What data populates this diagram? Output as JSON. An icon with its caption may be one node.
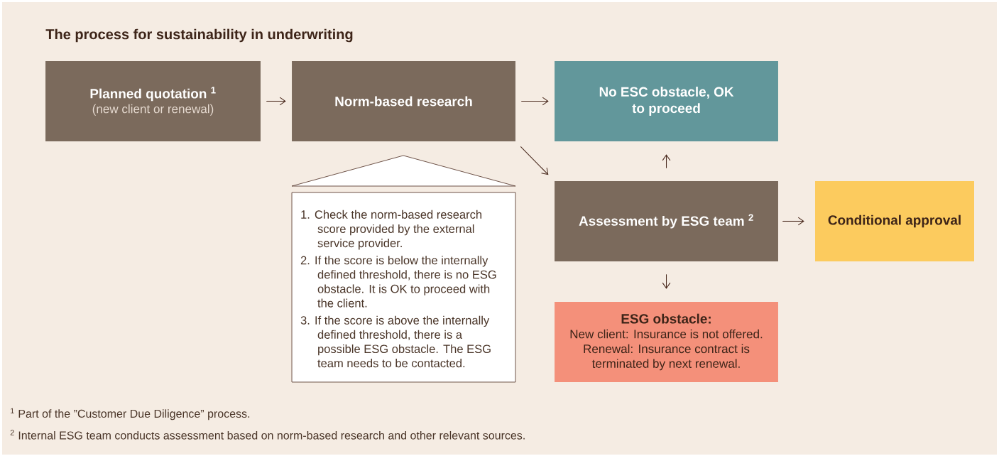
{
  "diagram": {
    "title": "The process for sustainability in underwriting",
    "nodes": [
      {
        "text": [
          "Planned quotation $^{1}$",
          "(new client or renewal)"
        ]
      },
      {
        "text": [
          "Norm-based research"
        ]
      },
      {
        "text": [
          "No ESC obstacle, OK to proceed"
        ]
      },
      {
        "text": [
          "1. Check the norm-based research score provided by the external service provider.",
          "2. If the score is below the internally defined threshold, there is no ESG obstacle. It is OK to proceed with the client.",
          "3. If the score is above the internally defined threshold, there is a possible ESG obstacle. The ESG team needs to be contacted."
        ]
      },
      {
        "text": [
          "Assessment by ESG team $^{2}$"
        ]
      },
      {
        "text": [
          "Conditional approval"
        ]
      },
      {
        "text": [
          "ESG obstacle:",
          "New client: Insurance is not offered.",
          "Renewal: Insurance contract is terminated by next renewal."
        ]
      }
    ],
    "edges": [
      {
        "from": 0,
        "to": 1,
        "arrow": "to"
      },
      {
        "from": 1,
        "to": 2,
        "arrow": "to"
      },
      {
        "from": 1,
        "to": 4,
        "arrow": "to"
      },
      {
        "from": 4,
        "to": 2,
        "arrow": "to"
      },
      {
        "from": 4,
        "to": 5,
        "arrow": "to"
      },
      {
        "from": 4,
        "to": 6,
        "arrow": "to"
      }
    ],
    "labels": [
      "$^{1}$ Part of the ”Customer Due Diligence” process.",
      "$^{2}$ Internal ESG team conducts assessment based on norm-based research and other relevant sources."
    ]
  }
}
